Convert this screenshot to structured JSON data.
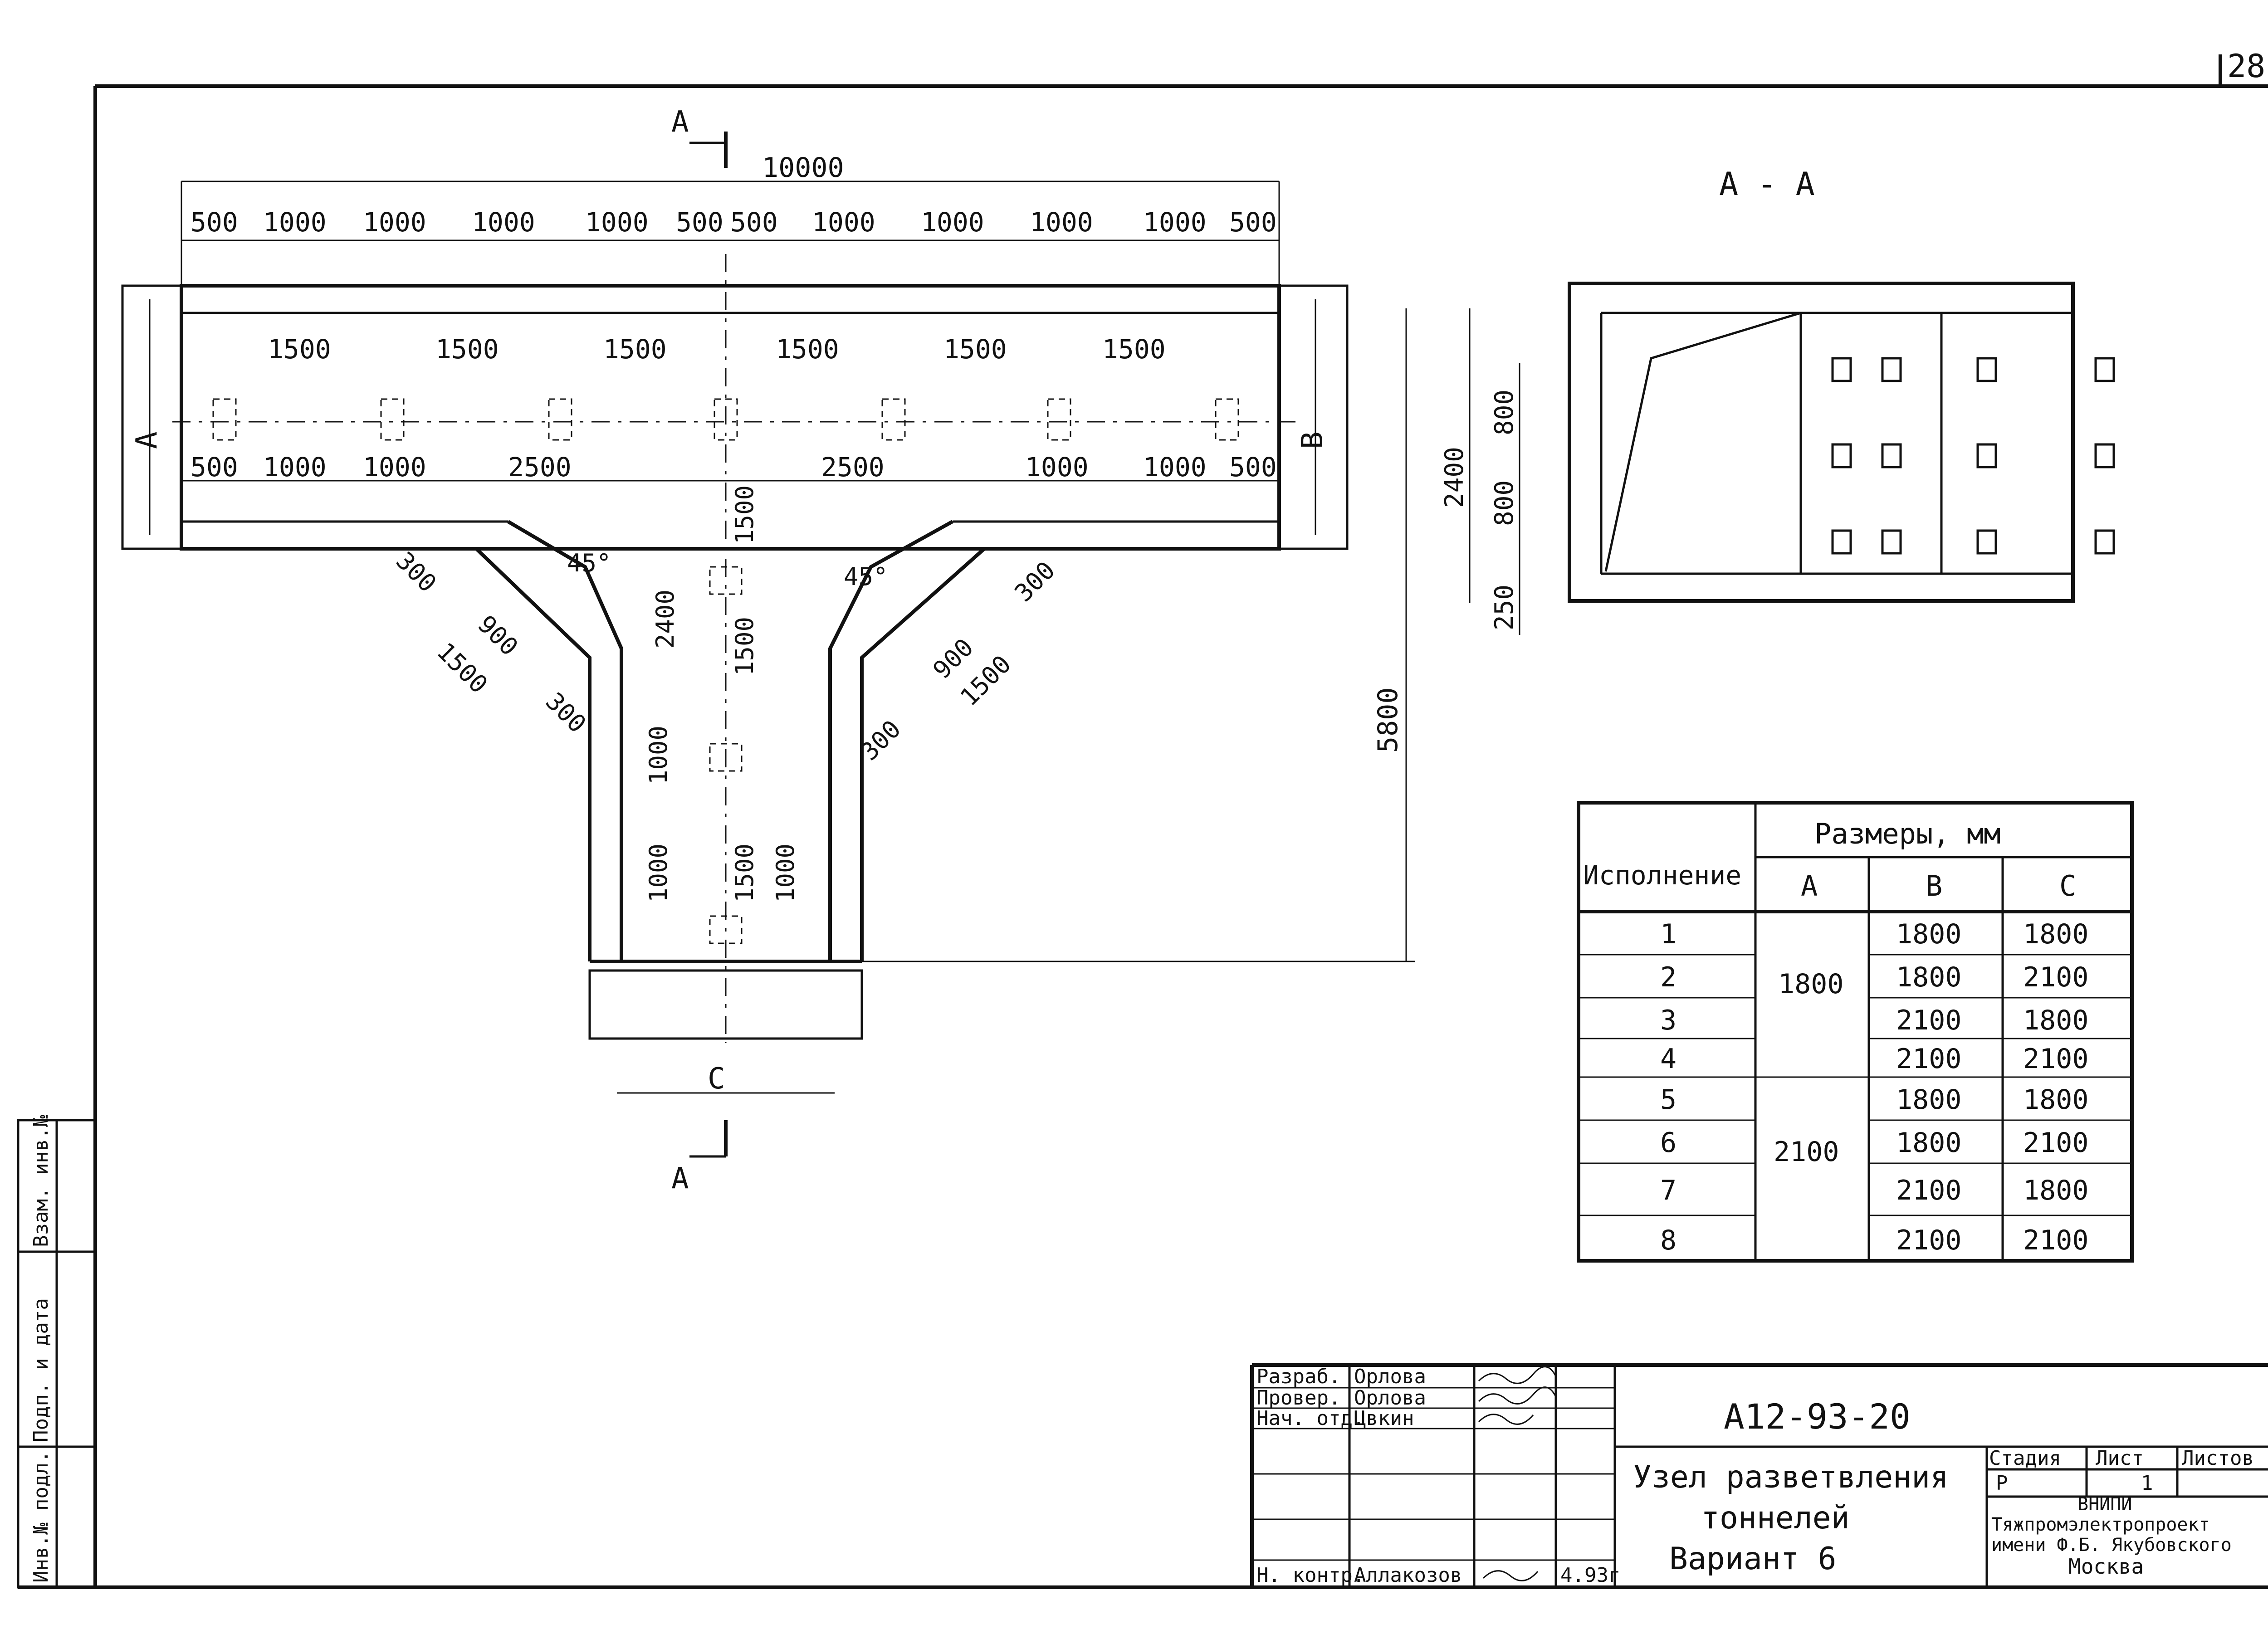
{
  "sheet": {
    "number": "28"
  },
  "plan": {
    "overall_width": "10000",
    "top_dims": [
      "500",
      "1000",
      "1000",
      "1000",
      "1000",
      "500",
      "500",
      "1000",
      "1000",
      "1000",
      "1000",
      "500"
    ],
    "inner_dims": [
      "1500",
      "1500",
      "1500",
      "1500",
      "1500",
      "1500"
    ],
    "bottom_dims": [
      "500",
      "1000",
      "1000",
      "2500",
      "2500",
      "1000",
      "1000",
      "500"
    ],
    "left_side_label": "А",
    "right_side_label": "В",
    "bottom_label": "С",
    "section_mark": "А",
    "angle": "45°",
    "branch_dims": [
      "300",
      "900",
      "1500",
      "300"
    ],
    "stem_dims": [
      "2400",
      "1500",
      "1500",
      "1000",
      "1000",
      "1500",
      "1000"
    ],
    "height": "5800"
  },
  "section": {
    "title": "А - А",
    "dims": [
      "2400",
      "800",
      "800",
      "250"
    ]
  },
  "table": {
    "header_variant": "Исполнение",
    "header_sizes": "Размеры, мм",
    "col_a": "А",
    "col_b": "В",
    "col_c": "С",
    "a_groups": [
      "1800",
      "2100"
    ],
    "rows": [
      {
        "n": "1",
        "b": "1800",
        "c": "1800"
      },
      {
        "n": "2",
        "b": "1800",
        "c": "2100"
      },
      {
        "n": "3",
        "b": "2100",
        "c": "1800"
      },
      {
        "n": "4",
        "b": "2100",
        "c": "2100"
      },
      {
        "n": "5",
        "b": "1800",
        "c": "1800"
      },
      {
        "n": "6",
        "b": "1800",
        "c": "2100"
      },
      {
        "n": "7",
        "b": "2100",
        "c": "1800"
      },
      {
        "n": "8",
        "b": "2100",
        "c": "2100"
      }
    ]
  },
  "side_stamp": [
    "Инв.№ подл.",
    "Подп. и дата",
    "Взам. инв.№"
  ],
  "title_block": {
    "code": "А12-93-20",
    "title_lines": [
      "Узел разветвления",
      "тоннелей",
      "Вариант 6"
    ],
    "roles": [
      {
        "role": "Разраб.",
        "name": "Орлова"
      },
      {
        "role": "Провер.",
        "name": "Орлова"
      },
      {
        "role": "Нач. отд.",
        "name": "Цвкин"
      },
      {
        "role": "",
        "name": ""
      },
      {
        "role": "",
        "name": ""
      },
      {
        "role": "",
        "name": ""
      },
      {
        "role": "Н. контр.",
        "name": "Аллакозов"
      }
    ],
    "date": "4.93г",
    "stage_label": "Стадия",
    "sheet_label": "Лист",
    "sheets_label": "Листов",
    "stage": "Р",
    "sheet": "1",
    "org_lines": [
      "ВНИПИ",
      "Тяжпромэлектропроект",
      "имени Ф.Б. Якубовского",
      "Москва"
    ]
  }
}
